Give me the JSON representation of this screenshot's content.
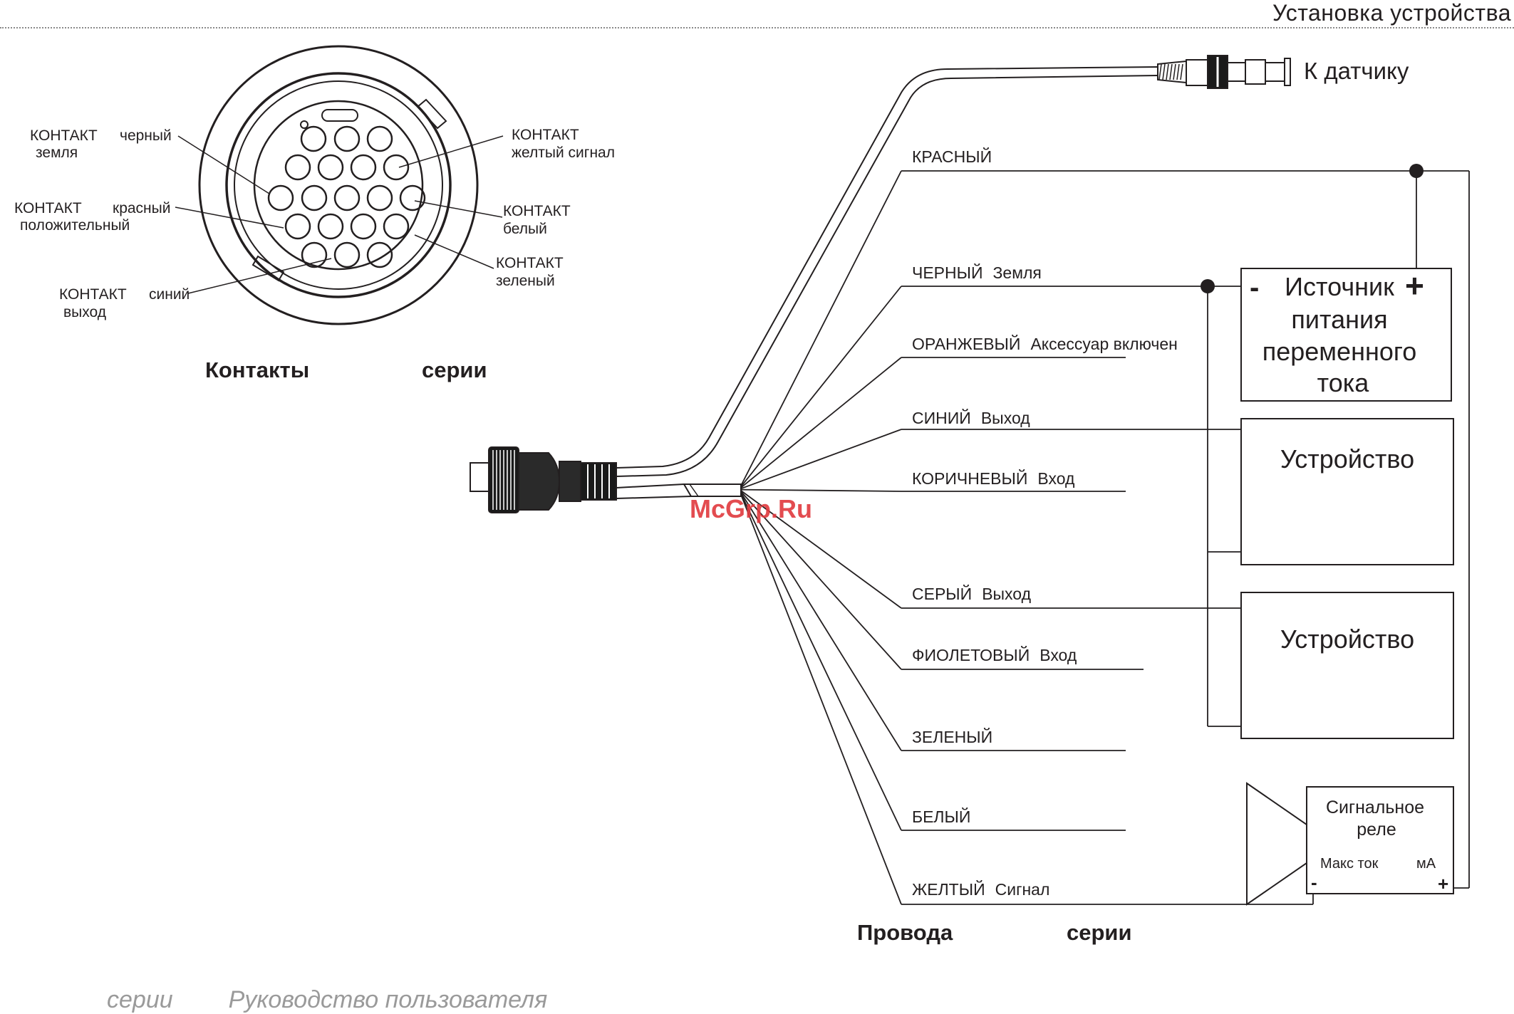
{
  "header": {
    "title": "Установка устройства"
  },
  "connector_view": {
    "caption_left": "Контакты",
    "caption_right": "серии",
    "pins": [
      {
        "title": "КОНТАКТ",
        "subtitle": "земля",
        "color": "черный"
      },
      {
        "title": "КОНТАКТ",
        "subtitle": "положительный",
        "color": "красный"
      },
      {
        "title": "КОНТАКТ",
        "subtitle": "выход",
        "color": "синий"
      },
      {
        "title": "КОНТАКТ",
        "subtitle": "желтый  сигнал"
      },
      {
        "title": "КОНТАКТ",
        "subtitle": "белый"
      },
      {
        "title": "КОНТАКТ",
        "subtitle": "зеленый"
      }
    ]
  },
  "wiring": {
    "transducer_label": "К датчику",
    "wires": [
      {
        "name": "КРАСНЫЙ",
        "function": ""
      },
      {
        "name": "ЧЕРНЫЙ",
        "function": "Земля"
      },
      {
        "name": "ОРАНЖЕВЫЙ",
        "function": "Аксессуар включен"
      },
      {
        "name": "СИНИЙ",
        "function": "Выход"
      },
      {
        "name": "КОРИЧНЕВЫЙ",
        "function": "Вход"
      },
      {
        "name": "СЕРЫЙ",
        "function": "Выход"
      },
      {
        "name": "ФИОЛЕТОВЫЙ",
        "function": "Вход"
      },
      {
        "name": "ЗЕЛЕНЫЙ",
        "function": ""
      },
      {
        "name": "БЕЛЫЙ",
        "function": ""
      },
      {
        "name": "ЖЕЛТЫЙ",
        "function": "Сигнал"
      }
    ],
    "power_source": {
      "lines": [
        "Источник",
        "питания",
        "переменного",
        "тока"
      ],
      "minus": "-",
      "plus": "+"
    },
    "device_1": "Устройство",
    "device_2": "Устройство",
    "relay": {
      "lines": [
        "Сигнальное",
        "реле"
      ],
      "rating": "Макс  ток",
      "unit": "мА",
      "minus": "-",
      "plus": "+"
    },
    "caption_left": "Провода",
    "caption_right": "серии"
  },
  "watermark": "McGrp.Ru",
  "footer": {
    "series": "серии",
    "manual": "Руководство пользователя"
  }
}
